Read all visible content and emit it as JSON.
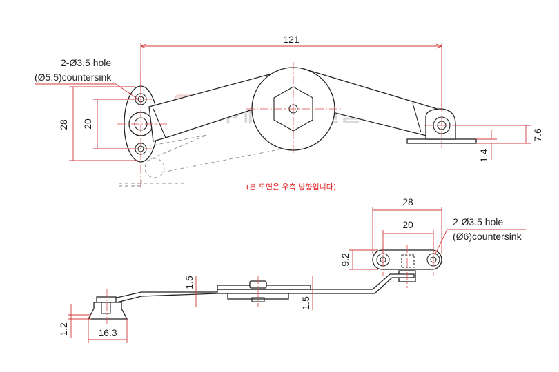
{
  "drawing": {
    "watermark": "이케이장식철물",
    "note": "(본 도면은 우측 방향입니다)",
    "top_view": {
      "overall_length": "121",
      "left_hole_spacing": "28",
      "left_hole_pitch": "20",
      "right_height": "7.6",
      "right_plate_thickness": "1.4",
      "left_hole_callout_line1": "2-Ø3.5 hole",
      "left_hole_callout_line2": "(Ø5.5)countersink"
    },
    "side_view": {
      "bracket_width": "28",
      "bracket_hole_pitch": "20",
      "bracket_height": "9.2",
      "arm_thickness_left": "1.5",
      "arm_thickness_right": "1.5",
      "base_height": "1.2",
      "base_width": "16.3",
      "right_hole_callout_line1": "2-Ø3.5 hole",
      "right_hole_callout_line2": "(Ø6)countersink"
    }
  }
}
